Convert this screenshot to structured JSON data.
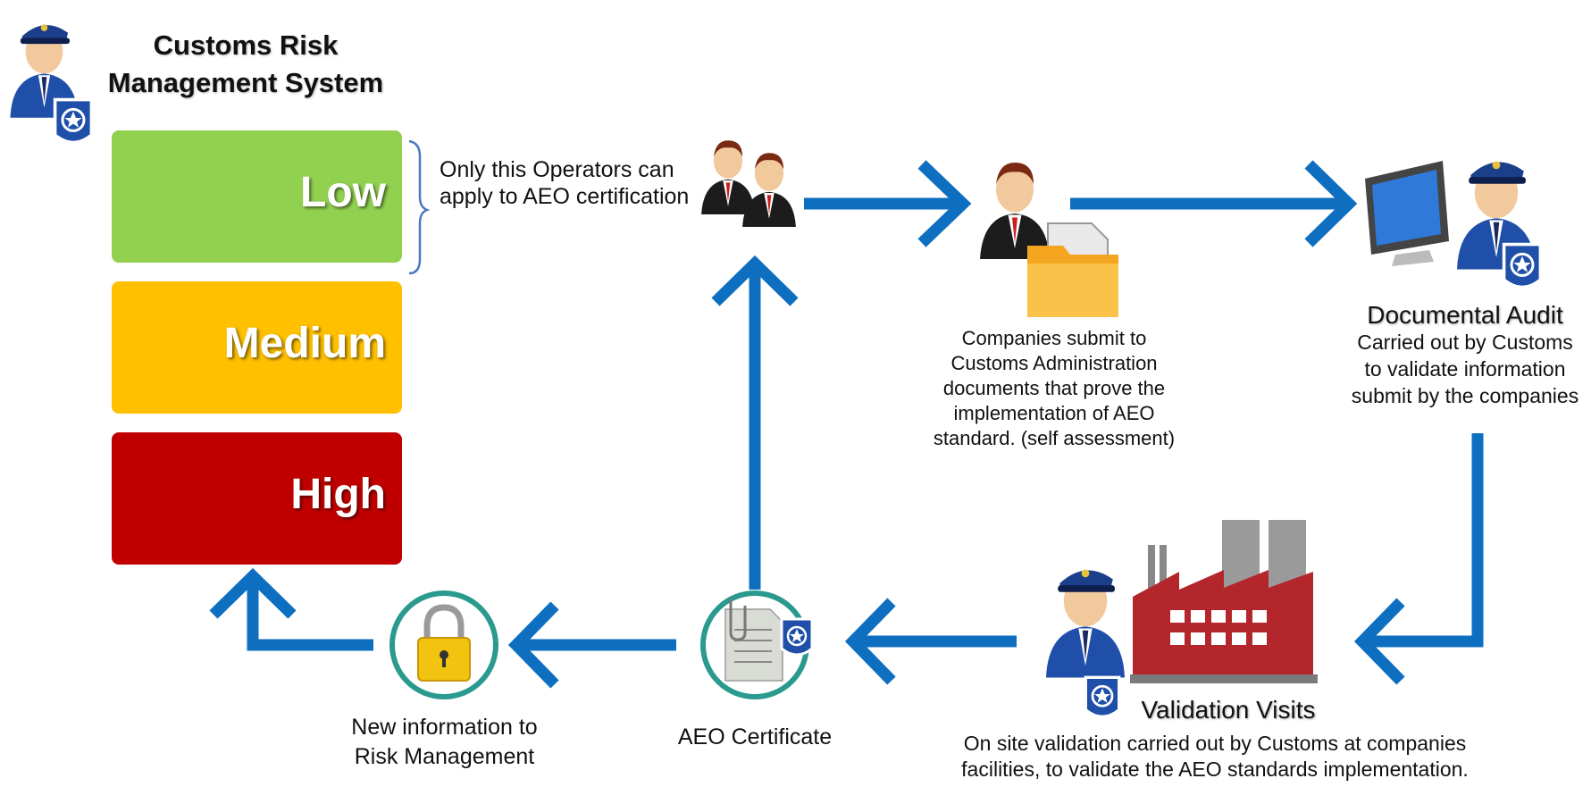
{
  "title": {
    "line1": "Customs Risk",
    "line2": "Management System"
  },
  "risk_levels": [
    {
      "label": "Low",
      "color": "#92d050"
    },
    {
      "label": "Medium",
      "color": "#ffc000"
    },
    {
      "label": "High",
      "color": "#c00000"
    }
  ],
  "operators_note": {
    "line1": "Only this Operators can",
    "line2": "apply to AEO certification"
  },
  "submit_step": {
    "lines": [
      "Companies submit to",
      "Customs Administration",
      "documents that prove the",
      "implementation of AEO",
      "standard. (self assessment)"
    ]
  },
  "audit_step": {
    "title": "Documental Audit",
    "lines": [
      "Carried out by Customs",
      "to validate information",
      "submit by the companies"
    ]
  },
  "visits_step": {
    "title": "Validation Visits",
    "lines": [
      "On site validation carried out by Customs at companies",
      "facilities, to validate the AEO standards implementation."
    ]
  },
  "certificate_step": {
    "label": "AEO Certificate"
  },
  "info_step": {
    "line1": "New information to",
    "line2": "Risk Management"
  },
  "colors": {
    "arrow": "#0e6fc1",
    "ring": "#2a9a8e",
    "officer_uniform": "#1f4fa8"
  },
  "icons": [
    "customs-officer-icon",
    "business-people-icon",
    "cargo-boxes-icon",
    "document-folder-icon",
    "computer-monitor-icon",
    "factory-icon",
    "padlock-icon",
    "certificate-icon",
    "customs-badge-icon"
  ]
}
